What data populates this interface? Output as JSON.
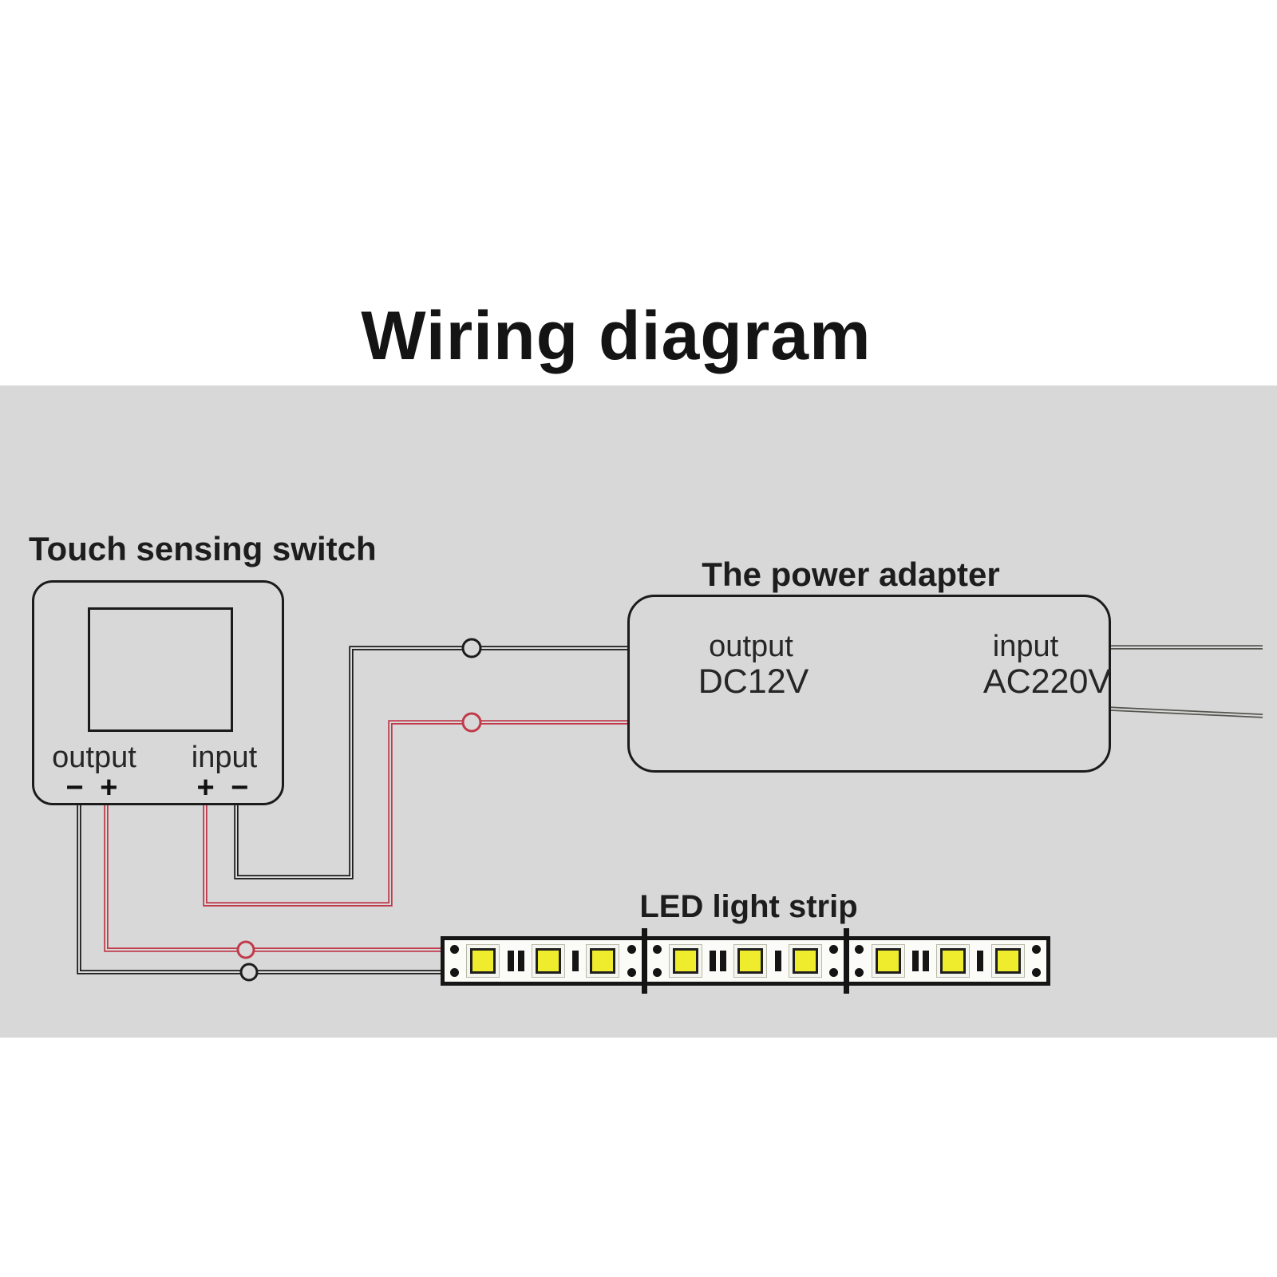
{
  "title": "Wiring diagram",
  "colors": {
    "panel_background": "#d8d8d8",
    "wire_negative": "#1c1c1c",
    "wire_positive": "#c03a4a",
    "wire_ac": "#55544f",
    "led_yellow": "#efec2e"
  },
  "touch_switch": {
    "label": "Touch sensing switch",
    "output_label": "output",
    "input_label": "input",
    "output_polarity": "− +",
    "input_polarity": "+ −"
  },
  "power_adapter": {
    "label": "The power adapter",
    "output_label": "output",
    "output_value": "DC12V",
    "input_label": "input",
    "input_value": "AC220V"
  },
  "led_strip": {
    "label": "LED light strip",
    "segment_count": 3,
    "leds_per_segment": 3
  }
}
